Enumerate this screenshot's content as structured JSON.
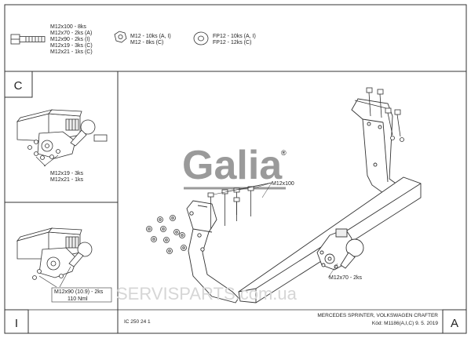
{
  "parts": {
    "bolts": [
      "M12x100 - 8ks",
      "M12x70 - 2ks (A)",
      "M12x90 - 2ks (I)",
      "M12x19 - 3ks (C)",
      "M12x21 - 1ks (C)"
    ],
    "nuts": [
      "M12 - 10ks (A, I)",
      "M12 - 8ks (C)"
    ],
    "washers": [
      "FP12 - 10ks (A, I)",
      "FP12 - 12ks (C)"
    ]
  },
  "variants": {
    "c_letter": "C",
    "c_labels": [
      "M12x19 - 3ks",
      "M12x21 - 1ks"
    ],
    "i_letter": "I",
    "i_labels": [
      "M12x90 (10.9) - 2ks",
      "110 Nml"
    ]
  },
  "main": {
    "logo": "Galia",
    "logo_mark": "®",
    "label_top": "M12x100",
    "label_bottom": "M12x70 - 2ks",
    "watermark": "SERVISPARTS.com.ua"
  },
  "footer": {
    "left_letter": "I",
    "code": "IC 250 24 1",
    "model": "MERCEDES SPRINTER, VOLKSWAGEN CRAFTER",
    "kod": "Kód: M1186(A,I,C)  9. 5. 2019",
    "right_letter": "A"
  }
}
